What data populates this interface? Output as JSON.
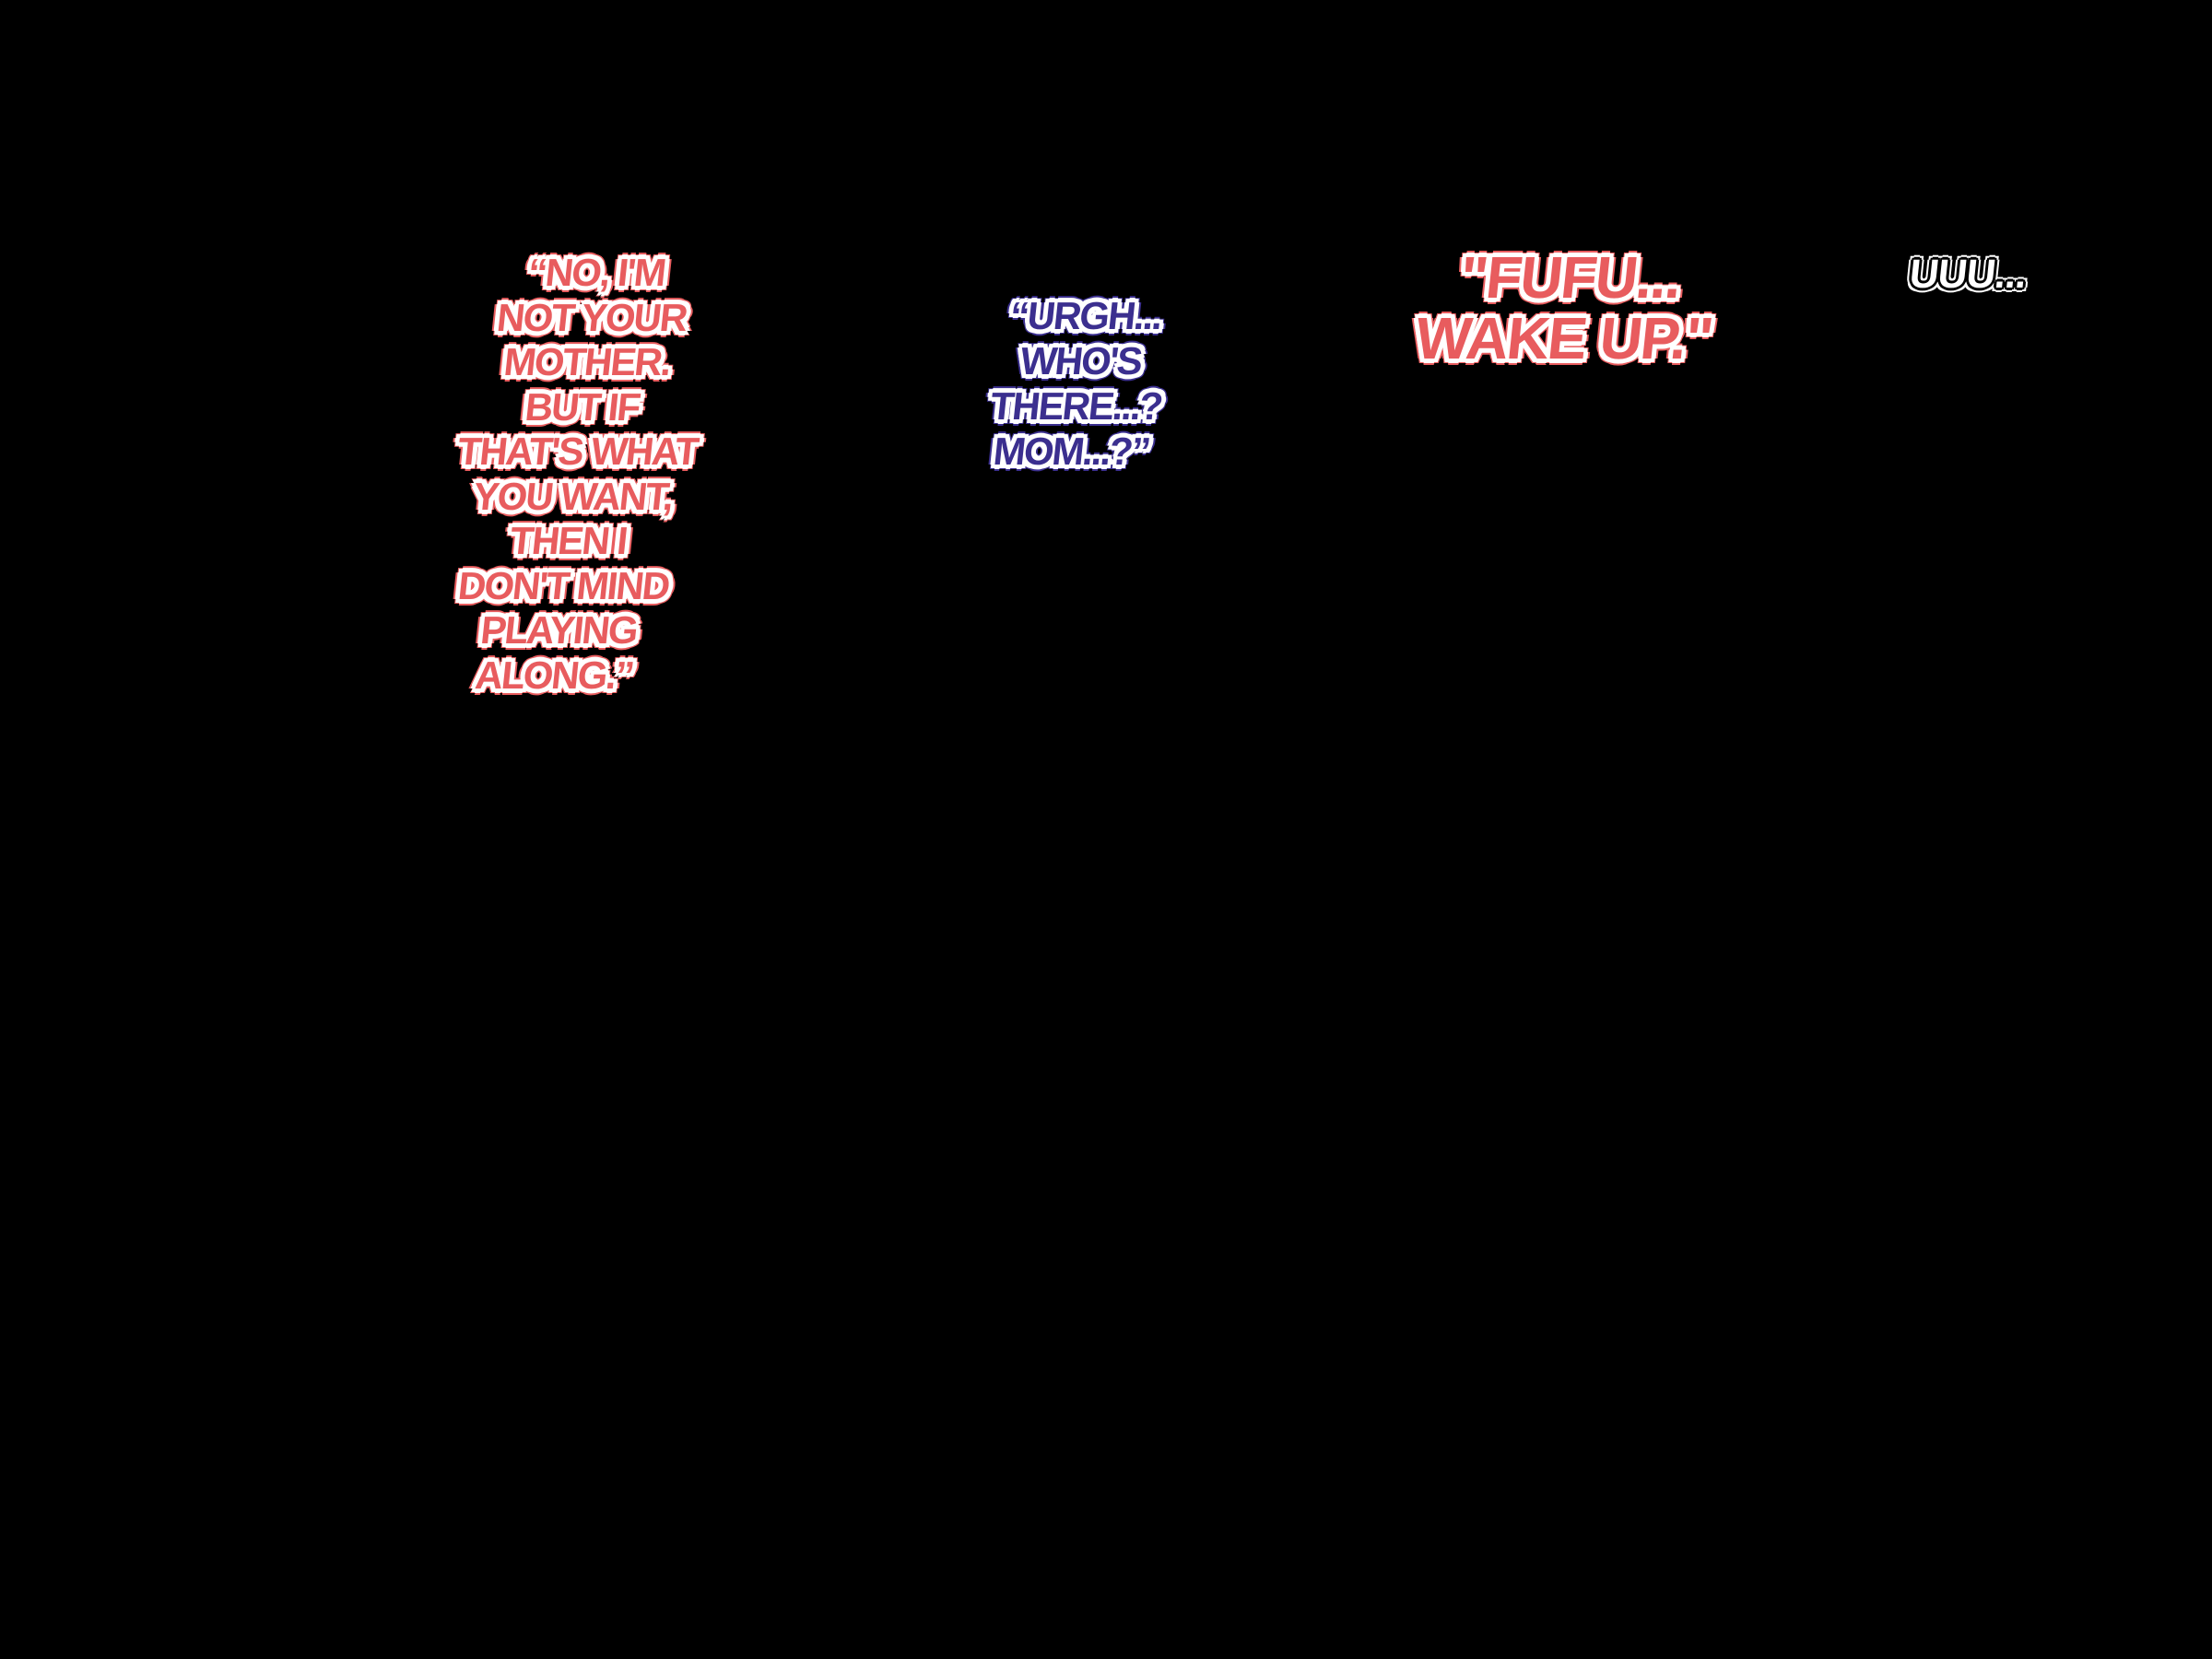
{
  "colors": {
    "red": "#e85c5e",
    "blue": "#3b2f8f",
    "white": "#ffffff",
    "background": "#000000"
  },
  "bubbles": [
    {
      "speaker_color": "red",
      "lines": [
        "“NO, I'M",
        "NOT YOUR",
        "MOTHER.",
        "BUT IF",
        "THAT'S WHAT",
        "YOU WANT,",
        "THEN I",
        "DON'T MIND",
        "PLAYING",
        "ALONG.”"
      ]
    },
    {
      "speaker_color": "blue",
      "lines": [
        "“URGH...",
        "WHO'S",
        "THERE...?",
        "MOM...?”"
      ]
    },
    {
      "speaker_color": "red",
      "lines": [
        "\"FUFU...",
        "WAKE UP.\""
      ]
    },
    {
      "speaker_color": "white",
      "lines": [
        "UUU..."
      ]
    }
  ]
}
